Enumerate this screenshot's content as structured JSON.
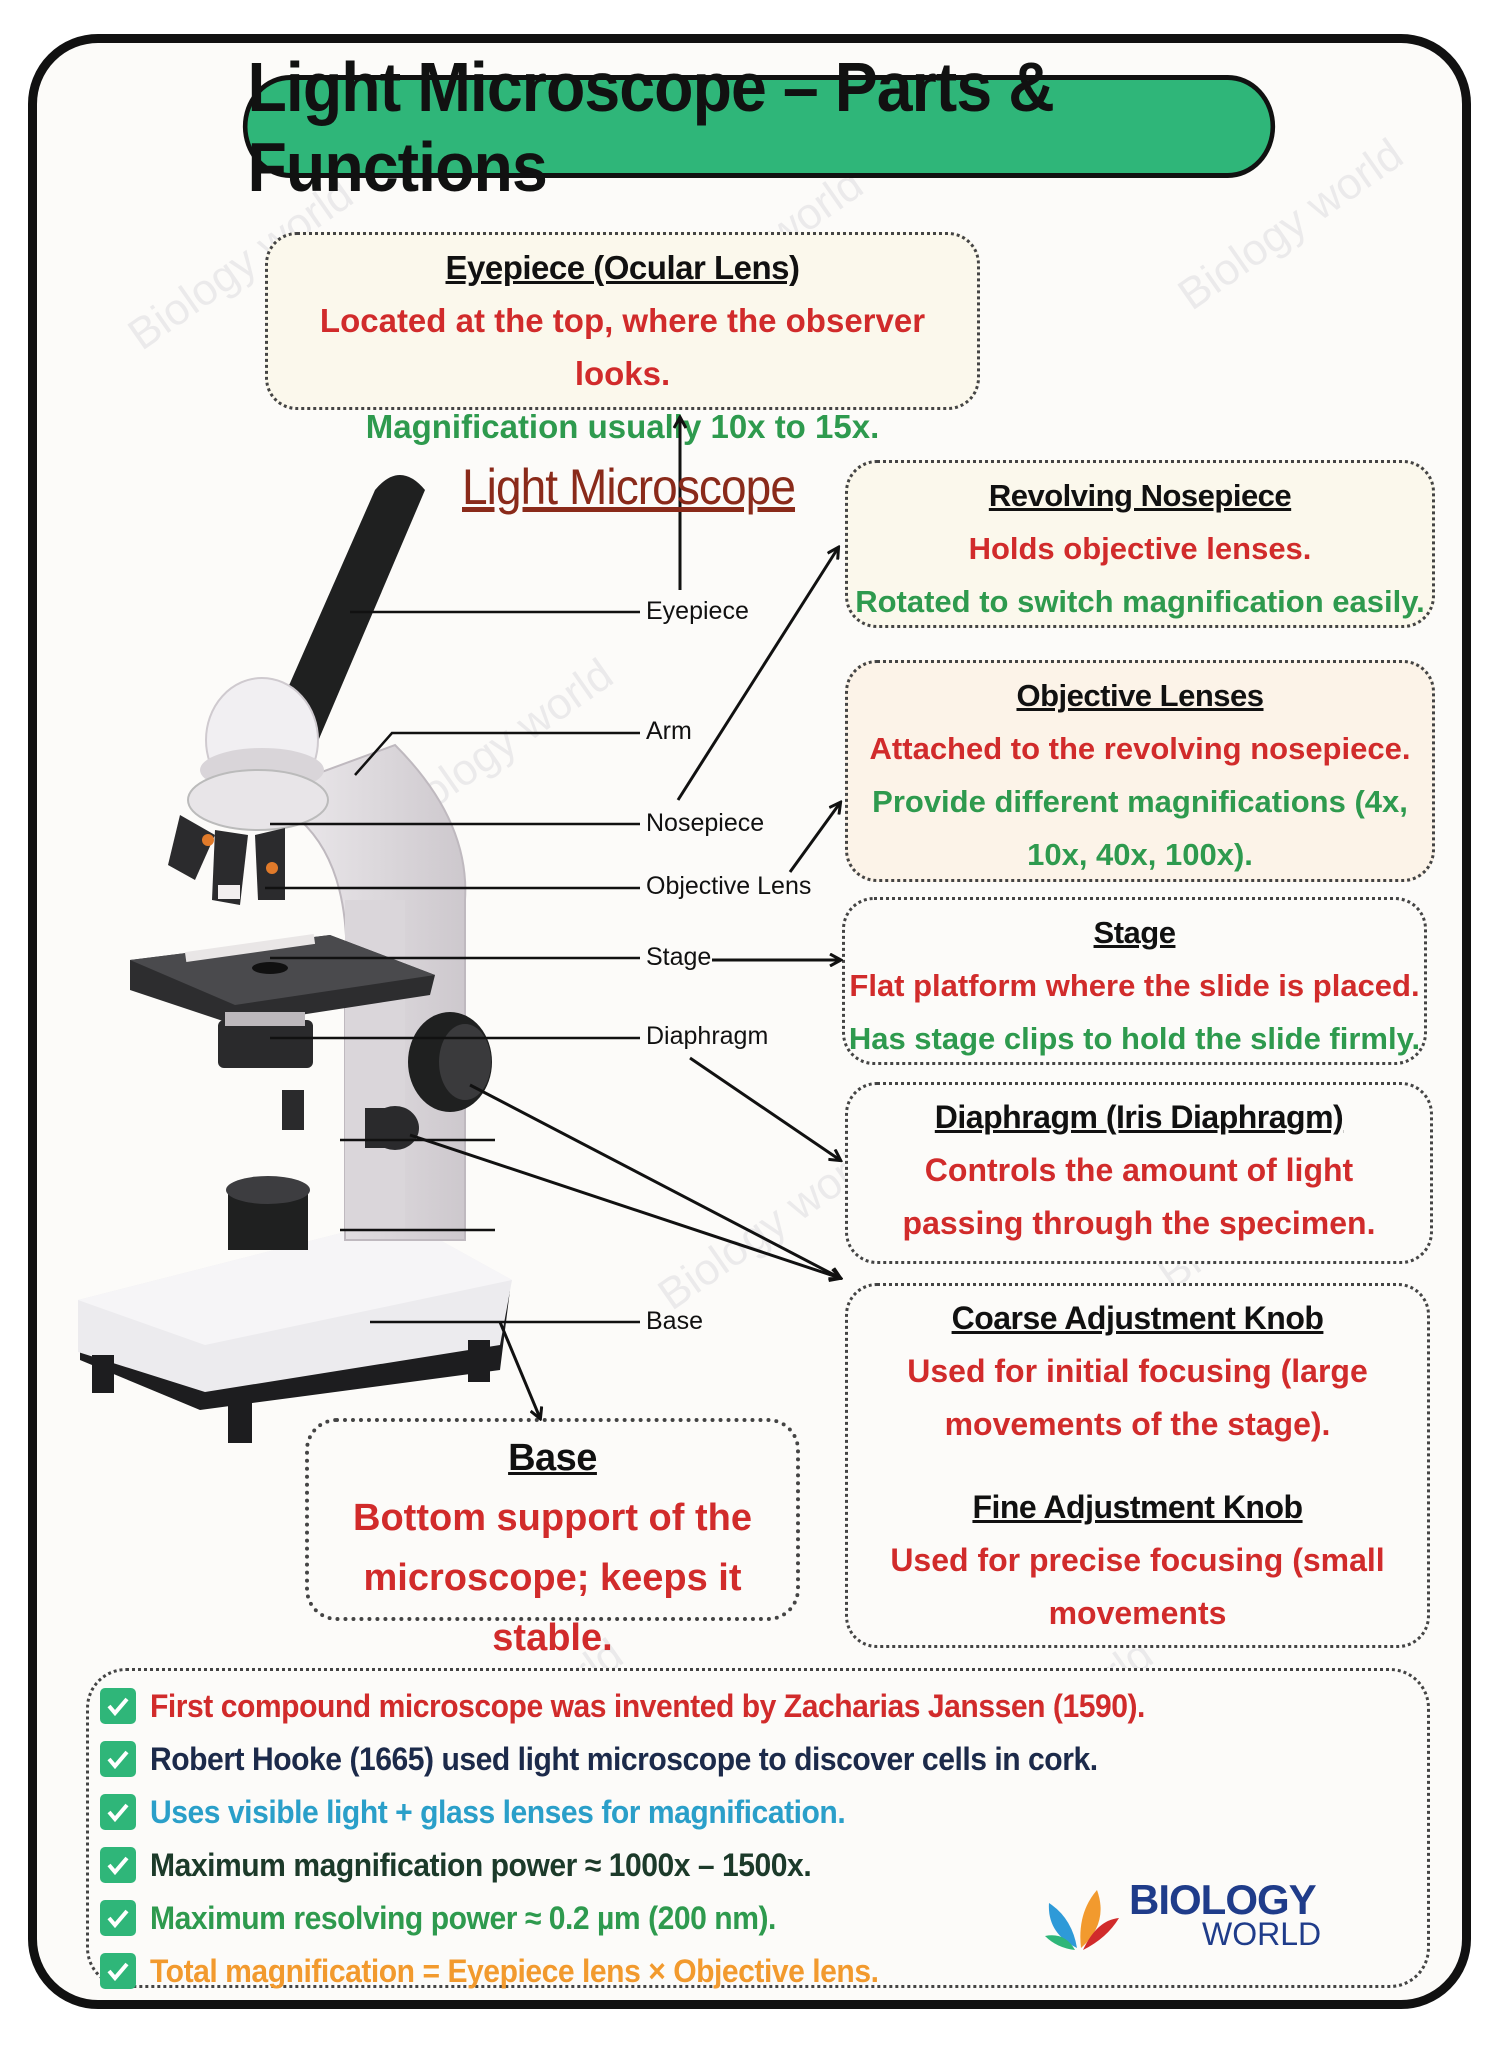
{
  "title": "Light Microscope – Parts & Functions",
  "diagram_title": "Light Microscope",
  "part_labels": {
    "eyepiece": "Eyepiece",
    "arm": "Arm",
    "nosepiece": "Nosepiece",
    "objective_lens": "Objective Lens",
    "stage": "Stage",
    "diaphragm": "Diaphragm",
    "base": "Base"
  },
  "boxes": {
    "eyepiece": {
      "heading": "Eyepiece (Ocular Lens)",
      "line1": "Located at the top, where the observer looks.",
      "line2": "Magnification usually 10x to 15x."
    },
    "nosepiece": {
      "heading": "Revolving Nosepiece",
      "line1": "Holds objective lenses.",
      "line2": "Rotated to switch magnification easily."
    },
    "objective": {
      "heading": "Objective Lenses",
      "line1": "Attached to the revolving nosepiece.",
      "line2": "Provide different magnifications (4x,",
      "line3": "10x, 40x, 100x)."
    },
    "stage": {
      "heading": "Stage",
      "line1": "Flat platform where the slide is placed.",
      "line2": "Has stage clips to hold the slide firmly."
    },
    "diaphragm": {
      "heading": "Diaphragm (Iris Diaphragm)",
      "line1": "Controls the amount of light",
      "line2": "passing through the specimen."
    },
    "knobs": {
      "coarse_heading": "Coarse Adjustment Knob",
      "coarse_line1": "Used for initial focusing (large",
      "coarse_line2": "movements of the stage).",
      "fine_heading": "Fine Adjustment Knob",
      "fine_line1": "Used for precise focusing (small",
      "fine_line2": "movements"
    },
    "base": {
      "heading": "Base",
      "line1": "Bottom support of the",
      "line2": "microscope; keeps it stable."
    }
  },
  "facts": [
    {
      "text": "First compound microscope was invented by Zacharias Janssen (1590).",
      "color": "#d12b2b"
    },
    {
      "text": "Robert Hooke (1665) used light microscope to discover cells in cork.",
      "color": "#1c2a4a"
    },
    {
      "text": "Uses visible light + glass lenses for magnification.",
      "color": "#2a9fc9"
    },
    {
      "text": "Maximum magnification power ≈ 1000x – 1500x.",
      "color": "#1c3a2a"
    },
    {
      "text": "Maximum resolving power ≈ 0.2 µm (200 nm).",
      "color": "#2e9a4e"
    },
    {
      "text": "Total magnification = Eyepiece lens × Objective lens.",
      "color": "#f29a2e"
    }
  ],
  "brand": {
    "line1": "BIOLOGY",
    "line2": "WORLD"
  },
  "watermark": "Biology world",
  "colors": {
    "accent_green": "#2fb679",
    "heading_red": "#d12b2b",
    "function_green": "#2e9a4e"
  }
}
